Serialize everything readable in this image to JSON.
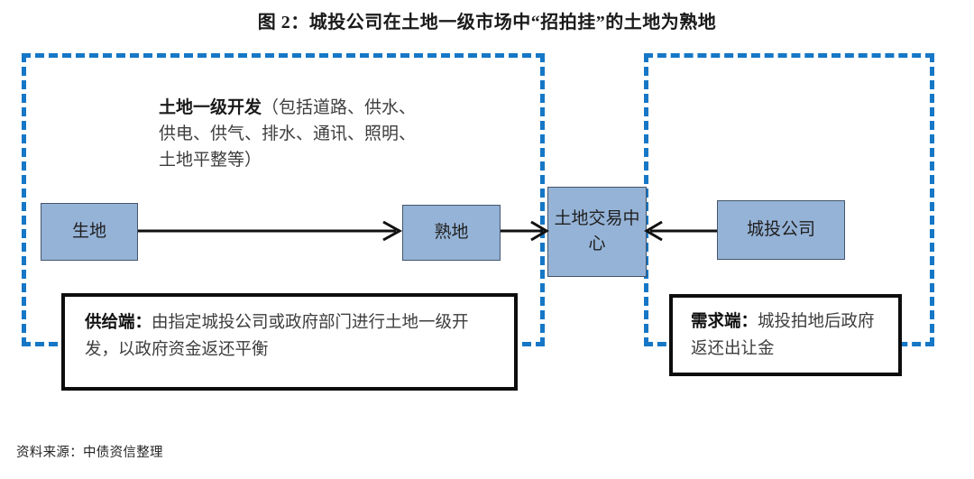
{
  "title": "图 2：城投公司在土地一级市场中“招拍挂”的土地为熟地",
  "regions": {
    "supply": {
      "name": "supply-side-region",
      "border_color": "#1577c6",
      "border_style": "dashed"
    },
    "demand": {
      "name": "demand-side-region",
      "border_color": "#1577c6",
      "border_style": "dashed"
    }
  },
  "boxes": {
    "raw_land": {
      "label": "生地",
      "fill": "#95b3d7"
    },
    "ready_land": {
      "label": "熟地",
      "fill": "#95b3d7"
    },
    "exchange_center": {
      "label": "土地交易中心",
      "fill": "#95b3d7"
    },
    "ltv_company": {
      "label": "城投公司",
      "fill": "#95b3d7"
    }
  },
  "development_note": {
    "lead": "土地一级开发",
    "body": "（包括道路、供水、供电、供气、排水、通讯、照明、土地平整等）"
  },
  "callouts": {
    "supply": {
      "lead": "供给端：",
      "body": "由指定城投公司或政府部门进行土地一级开发，以政府资金返还平衡"
    },
    "demand": {
      "lead": "需求端：",
      "body": "城投拍地后政府返还出让金"
    }
  },
  "arrows": [
    {
      "name": "raw-to-ready-arrow",
      "from": "生地",
      "to": "熟地"
    },
    {
      "name": "ready-to-exchange-arrow",
      "from": "熟地",
      "to": "土地交易中心"
    },
    {
      "name": "company-to-exchange-arrow",
      "from": "城投公司",
      "to": "土地交易中心"
    }
  ],
  "source_note": "资料来源：中债资信整理"
}
